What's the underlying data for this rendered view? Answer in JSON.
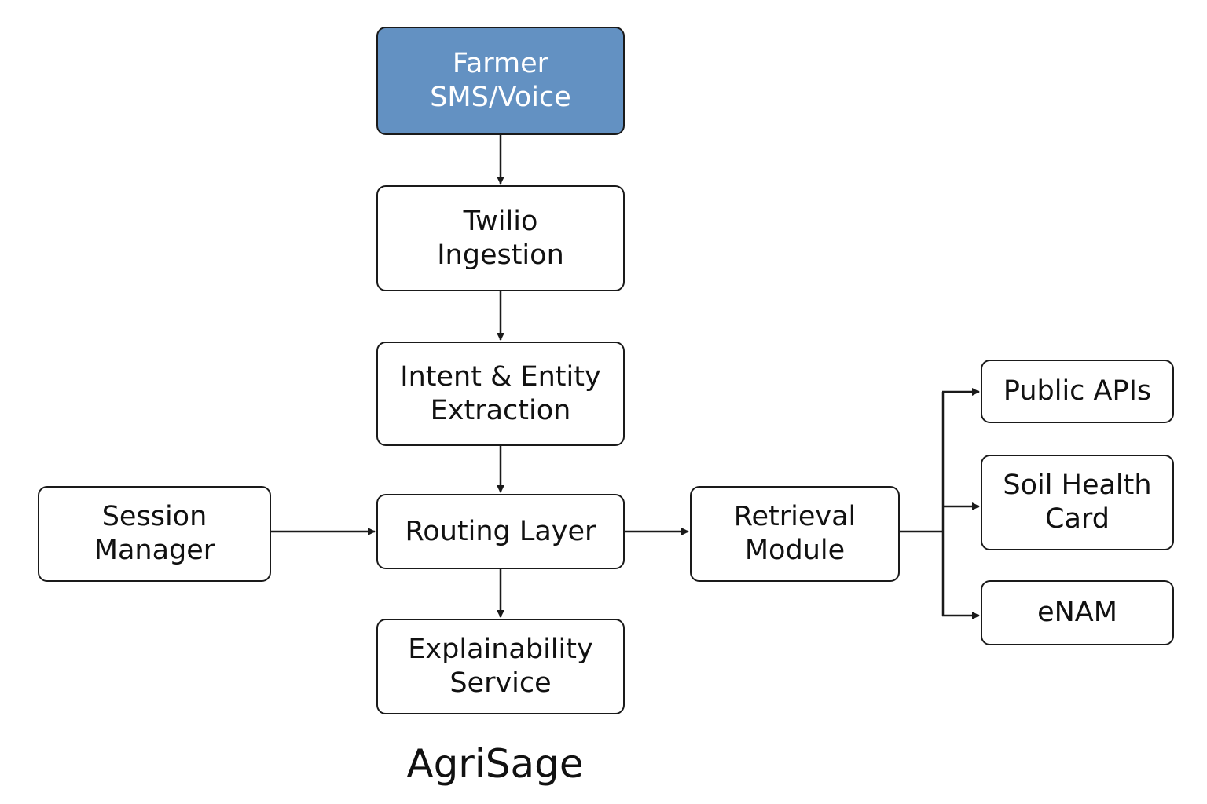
{
  "title": "AgriSage",
  "colors": {
    "highlight_fill": "#6391c2",
    "highlight_text": "#ffffff",
    "border": "#1a1a1a"
  },
  "nodes": {
    "farmer": {
      "lines": [
        "Farmer",
        "SMS/Voice"
      ]
    },
    "twilio": {
      "lines": [
        "Twilio",
        "Ingestion"
      ]
    },
    "intent": {
      "lines": [
        "Intent & Entity",
        "Extraction"
      ]
    },
    "routing": {
      "lines": [
        "Routing Layer"
      ]
    },
    "explain": {
      "lines": [
        "Explainability",
        "Service"
      ]
    },
    "session": {
      "lines": [
        "Session",
        "Manager"
      ]
    },
    "retrieval": {
      "lines": [
        "Retrieval",
        "Module"
      ]
    },
    "public": {
      "lines": [
        "Public APIs"
      ]
    },
    "soil": {
      "lines": [
        "Soil Health",
        "Card"
      ]
    },
    "enam": {
      "lines": [
        "eNAM"
      ]
    }
  },
  "edges": [
    {
      "from": "farmer",
      "to": "twilio"
    },
    {
      "from": "twilio",
      "to": "intent"
    },
    {
      "from": "intent",
      "to": "routing"
    },
    {
      "from": "routing",
      "to": "explain"
    },
    {
      "from": "session",
      "to": "routing"
    },
    {
      "from": "routing",
      "to": "retrieval"
    },
    {
      "from": "retrieval",
      "to": "public"
    },
    {
      "from": "retrieval",
      "to": "soil"
    },
    {
      "from": "retrieval",
      "to": "enam"
    }
  ]
}
